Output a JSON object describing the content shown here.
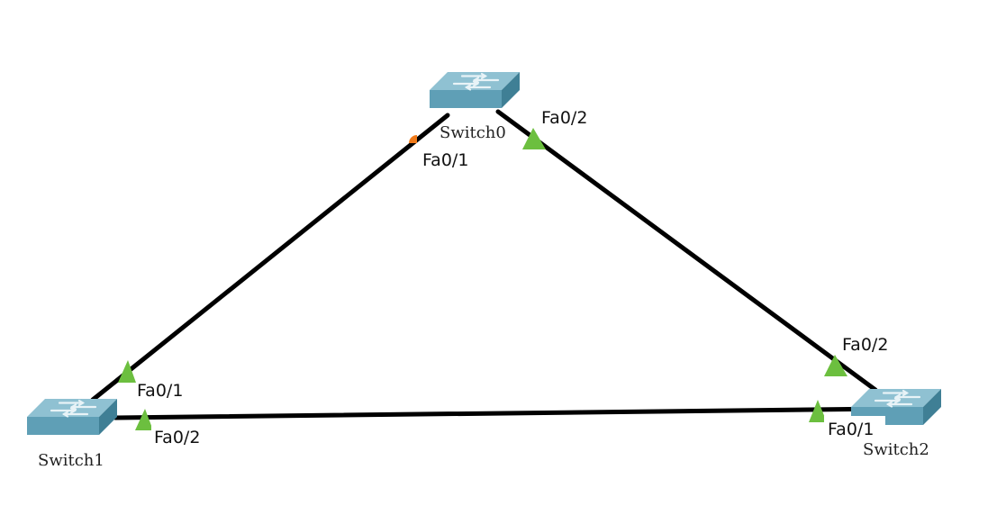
{
  "colors": {
    "link": "#000000",
    "port_forwarding": "#6cbf3f",
    "port_blocking": "#f07a1a",
    "switch_top": "#8fc1d2",
    "switch_front": "#5f9fb6",
    "switch_side": "#3f7f95",
    "switch_arrow": "#e8f3f7"
  },
  "devices": [
    {
      "id": "switch0",
      "label": "Switch0",
      "icon": "switch-icon"
    },
    {
      "id": "switch1",
      "label": "Switch1",
      "icon": "switch-icon"
    },
    {
      "id": "switch2",
      "label": "Switch2",
      "icon": "switch-icon"
    }
  ],
  "links": [
    {
      "id": "switch0-switch1",
      "a": {
        "device": "Switch0",
        "port": "Fa0/1",
        "state": "blocking",
        "icon": "port-blocking-icon"
      },
      "b": {
        "device": "Switch1",
        "port": "Fa0/1",
        "state": "forwarding",
        "icon": "port-forwarding-icon"
      }
    },
    {
      "id": "switch0-switch2",
      "a": {
        "device": "Switch0",
        "port": "Fa0/2",
        "state": "forwarding",
        "icon": "port-forwarding-icon"
      },
      "b": {
        "device": "Switch2",
        "port": "Fa0/2",
        "state": "forwarding",
        "icon": "port-forwarding-icon"
      }
    },
    {
      "id": "switch1-switch2",
      "a": {
        "device": "Switch1",
        "port": "Fa0/2",
        "state": "forwarding",
        "icon": "port-forwarding-icon"
      },
      "b": {
        "device": "Switch2",
        "port": "Fa0/1",
        "state": "forwarding",
        "icon": "port-forwarding-icon"
      }
    }
  ]
}
